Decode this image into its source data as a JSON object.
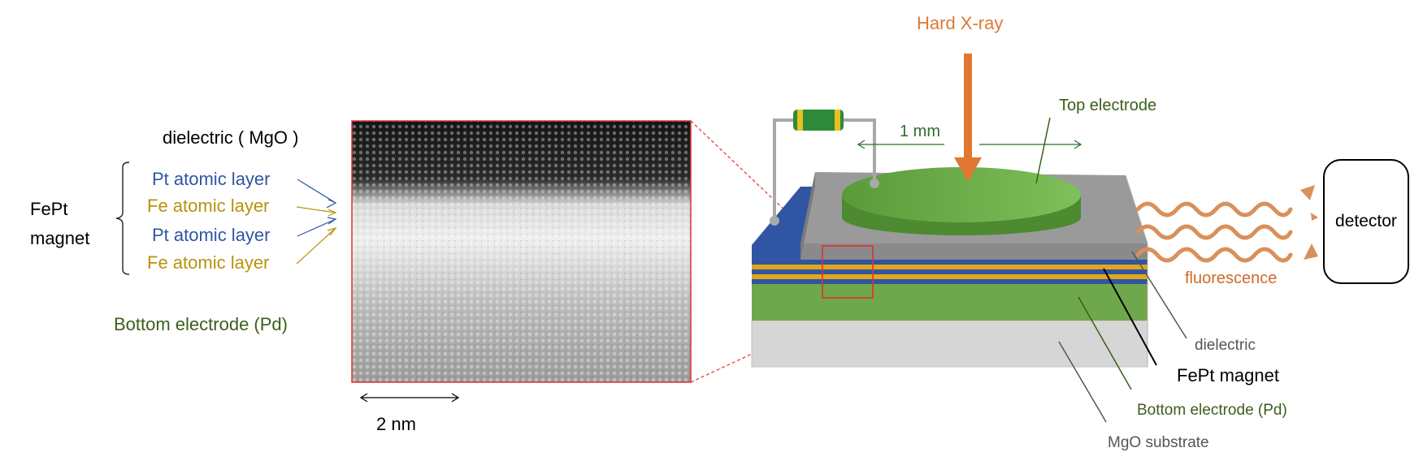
{
  "colors": {
    "pt_blue": "#2f55a3",
    "fe_gold": "#b8930d",
    "green_label": "#3b5e1a",
    "xray_orange": "#e07832",
    "fluorescence_orange": "#d06a28",
    "gray_label": "#555555",
    "stem_border": "#e03030"
  },
  "left_panel": {
    "dielectric_label": "dielectric ( MgO )",
    "fept_label_line1": "FePt",
    "fept_label_line2": "magnet",
    "layers": [
      {
        "text": "Pt atomic layer",
        "kind": "Pt"
      },
      {
        "text": "Fe atomic layer",
        "kind": "Fe"
      },
      {
        "text": "Pt atomic layer",
        "kind": "Pt"
      },
      {
        "text": "Fe atomic layer",
        "kind": "Fe"
      }
    ],
    "bottom_electrode_label": "Bottom electrode (Pd)",
    "scale_label": "2 nm"
  },
  "device": {
    "xray_label": "Hard X-ray",
    "size_label": "1 mm",
    "top_electrode_label": "Top electrode",
    "fluorescence_label": "fluorescence",
    "detector_label": "detector",
    "dielectric_label": "dielectric",
    "fept_magnet_label": "FePt magnet",
    "bottom_electrode_label": "Bottom electrode (Pd)",
    "substrate_label": "MgO substrate"
  }
}
